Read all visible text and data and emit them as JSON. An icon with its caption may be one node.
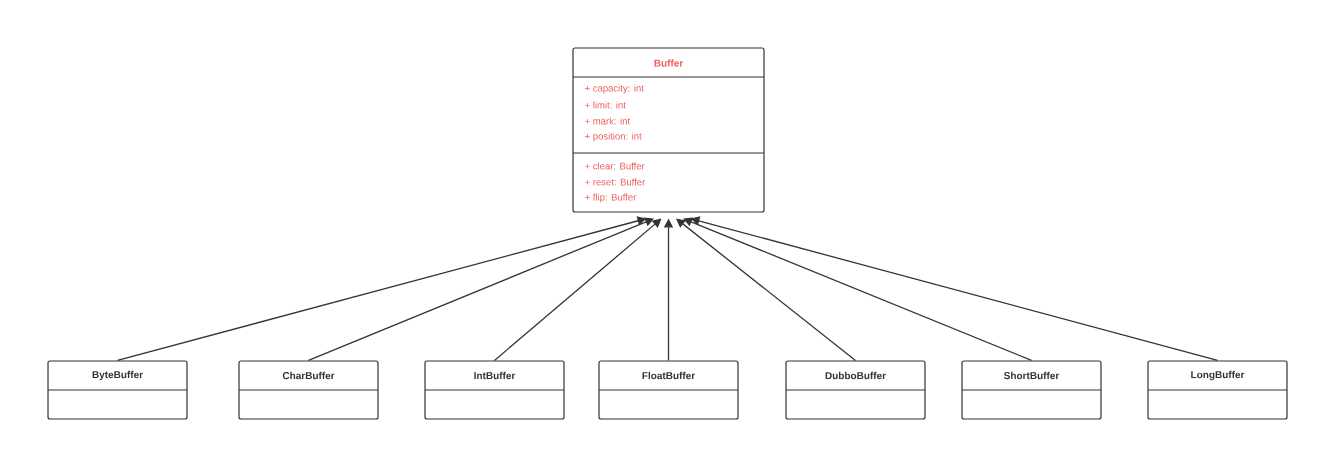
{
  "diagram": {
    "nodes": [
      {
        "text": [
          "Buffer",
          "+ capacity: int",
          "+ limit: int",
          "+ mark: int",
          "+ position: int",
          "+ clear: Buffer",
          "+ reset: Buffer",
          "+ flip: Buffer"
        ]
      },
      {
        "text": [
          "ByteBuffer"
        ]
      },
      {
        "text": [
          "CharBuffer"
        ]
      },
      {
        "text": [
          "IntBuffer"
        ]
      },
      {
        "text": [
          "FloatBuffer"
        ]
      },
      {
        "text": [
          "DubboBuffer"
        ]
      },
      {
        "text": [
          "ShortBuffer"
        ]
      },
      {
        "text": [
          "LongBuffer"
        ]
      }
    ],
    "edges": [
      {
        "from": 1,
        "to": 0,
        "arrow": "to"
      },
      {
        "from": 2,
        "to": 0,
        "arrow": "to"
      },
      {
        "from": 3,
        "to": 0,
        "arrow": "to"
      },
      {
        "from": 4,
        "to": 0,
        "arrow": "to"
      },
      {
        "from": 5,
        "to": 0,
        "arrow": "to"
      },
      {
        "from": 6,
        "to": 0,
        "arrow": "to"
      },
      {
        "from": 7,
        "to": 0,
        "arrow": "to"
      }
    ]
  }
}
